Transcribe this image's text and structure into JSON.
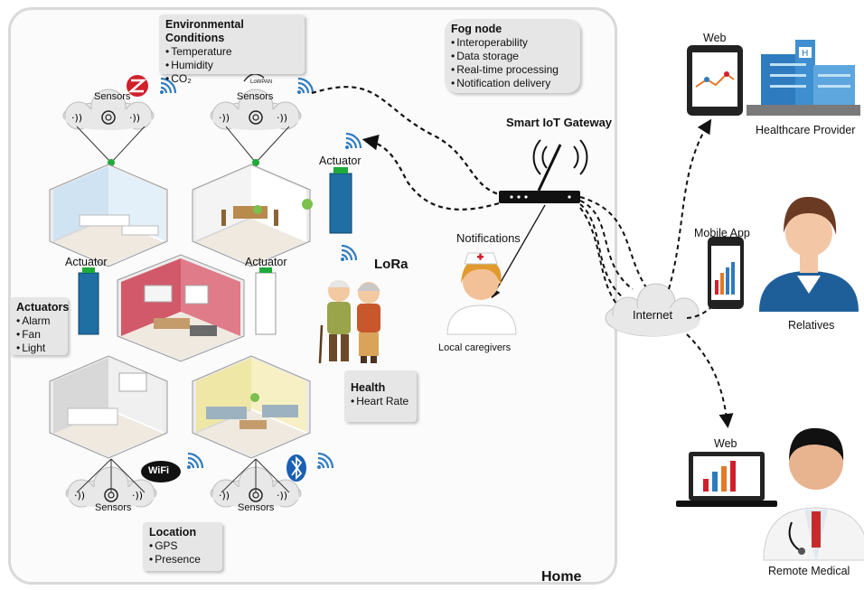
{
  "env_bubble": {
    "title": "Environmental Conditions",
    "items": [
      "Temperature",
      "Humidity",
      "CO₂"
    ]
  },
  "fog_bubble": {
    "title": "Fog node",
    "items": [
      "Interoperability",
      "Data storage",
      "Real-time processing",
      "Notification delivery"
    ]
  },
  "actuators_bubble": {
    "title": "Actuators",
    "items": [
      "Alarm",
      "Fan",
      "Light"
    ]
  },
  "health_bubble": {
    "title": "Health",
    "items": [
      "Heart Rate"
    ]
  },
  "location_bubble": {
    "title": "Location",
    "items": [
      "GPS",
      "Presence"
    ]
  },
  "labels": {
    "sensors": "Sensors",
    "actuator": "Actuator",
    "gateway": "Smart IoT Gateway",
    "notifications": "Notifications",
    "local_caregivers": "Local caregivers",
    "internet": "Internet",
    "home": "Home",
    "web": "Web",
    "mobile_app": "Mobile App",
    "healthcare_provider": "Healthcare Provider",
    "relatives": "Relatives",
    "remote_medical": "Remote Medical",
    "lora": "LoRa",
    "wifi": "WiFi",
    "lowpan": "LoWPAN"
  },
  "colors": {
    "sensor_dot": "#1faa3a",
    "cloud": "#e8e8e8",
    "accent_red": "#d0202c",
    "actuator_blue": "#1f6fa3",
    "bluetooth": "#1a5fb4",
    "wall_blue": "#cfe3f3",
    "wall_red": "#d2596a",
    "wall_yellow": "#efe7a6",
    "hospital_blue": "#2f7bbf"
  },
  "icons": [
    "zigbee-icon",
    "wireless-signal-icon",
    "wifi-logo-icon",
    "bluetooth-icon",
    "lora-logo-icon",
    "router-icon",
    "nurse-icon",
    "elderly-couple-icon",
    "tablet-icon",
    "hospital-icon",
    "smartphone-icon",
    "woman-avatar-icon",
    "laptop-icon",
    "doctor-icon"
  ]
}
